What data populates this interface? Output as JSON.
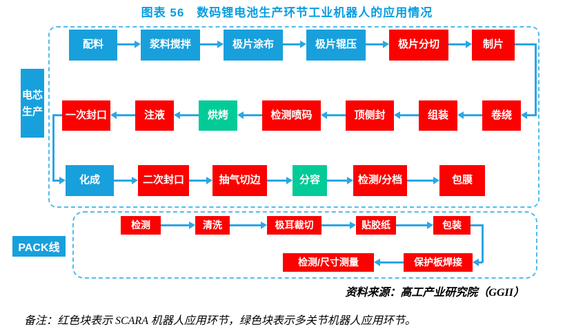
{
  "title": "图表 56　数码锂电池生产环节工业机器人的应用情况",
  "colors": {
    "blue": "#18a0dc",
    "red": "#fb0100",
    "green": "#03cb97",
    "arrow": "#2ba6e3",
    "dash": "#4fbceb",
    "title": "#089de0"
  },
  "flow": {
    "cell_section": {
      "label": "电芯生产",
      "row1": [
        {
          "label": "配料",
          "color": "blue"
        },
        {
          "label": "浆料搅拌",
          "color": "blue"
        },
        {
          "label": "极片涂布",
          "color": "blue"
        },
        {
          "label": "极片辊压",
          "color": "blue"
        },
        {
          "label": "极片分切",
          "color": "red"
        },
        {
          "label": "制片",
          "color": "red"
        }
      ],
      "row2": [
        {
          "label": "一次封口",
          "color": "red"
        },
        {
          "label": "注液",
          "color": "red"
        },
        {
          "label": "烘烤",
          "color": "green"
        },
        {
          "label": "检测喷码",
          "color": "red"
        },
        {
          "label": "顶侧封",
          "color": "red"
        },
        {
          "label": "组装",
          "color": "red"
        },
        {
          "label": "卷绕",
          "color": "red"
        }
      ],
      "row3": [
        {
          "label": "化成",
          "color": "blue"
        },
        {
          "label": "二次封口",
          "color": "red"
        },
        {
          "label": "抽气切边",
          "color": "red"
        },
        {
          "label": "分容",
          "color": "green"
        },
        {
          "label": "检测/分档",
          "color": "red"
        },
        {
          "label": "包膜",
          "color": "red"
        }
      ]
    },
    "pack_section": {
      "label": "PACK线",
      "row1": [
        {
          "label": "检测",
          "color": "red"
        },
        {
          "label": "清洗",
          "color": "red"
        },
        {
          "label": "极耳裁切",
          "color": "red"
        },
        {
          "label": "贴胶纸",
          "color": "red"
        },
        {
          "label": "包装",
          "color": "red"
        }
      ],
      "row2": [
        {
          "label": "检测/尺寸测量",
          "color": "red"
        },
        {
          "label": "保护板焊接",
          "color": "red"
        }
      ]
    }
  },
  "source": "资料来源：高工产业研究院（GGII）",
  "legend_note": "备注：红色块表示 SCARA 机器人应用环节，绿色块表示多关节机器人应用环节。"
}
